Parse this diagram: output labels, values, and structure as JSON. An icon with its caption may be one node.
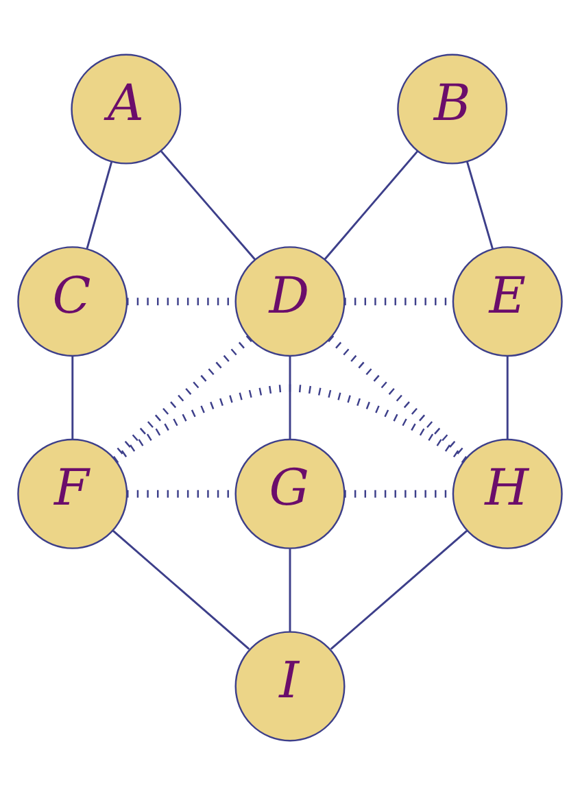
{
  "diagram": {
    "nodes": [
      {
        "text": [
          "A"
        ]
      },
      {
        "text": [
          "B"
        ]
      },
      {
        "text": [
          "C"
        ]
      },
      {
        "text": [
          "D"
        ]
      },
      {
        "text": [
          "E"
        ]
      },
      {
        "text": [
          "F"
        ]
      },
      {
        "text": [
          "G"
        ]
      },
      {
        "text": [
          "H"
        ]
      },
      {
        "text": [
          "I"
        ]
      }
    ],
    "edges": [
      {
        "from": 0,
        "to": 2,
        "arrow": "none"
      },
      {
        "from": 0,
        "to": 3,
        "arrow": "none"
      },
      {
        "from": 1,
        "to": 3,
        "arrow": "none"
      },
      {
        "from": 1,
        "to": 4,
        "arrow": "none"
      },
      {
        "from": 2,
        "to": 3,
        "arrow": "none",
        "style": "dashed"
      },
      {
        "from": 3,
        "to": 4,
        "arrow": "none",
        "style": "dashed"
      },
      {
        "from": 2,
        "to": 5,
        "arrow": "none"
      },
      {
        "from": 3,
        "to": 5,
        "arrow": "none",
        "style": "dashed"
      },
      {
        "from": 3,
        "to": 6,
        "arrow": "none"
      },
      {
        "from": 3,
        "to": 7,
        "arrow": "none",
        "style": "dashed"
      },
      {
        "from": 4,
        "to": 7,
        "arrow": "none"
      },
      {
        "from": 5,
        "to": 6,
        "arrow": "none",
        "style": "dashed"
      },
      {
        "from": 6,
        "to": 7,
        "arrow": "none",
        "style": "dashed"
      },
      {
        "from": 5,
        "to": 8,
        "arrow": "none"
      },
      {
        "from": 6,
        "to": 8,
        "arrow": "none"
      },
      {
        "from": 7,
        "to": 8,
        "arrow": "none"
      },
      {
        "from": 5,
        "to": 7,
        "arrow": "none",
        "style": "dashed"
      }
    ]
  }
}
